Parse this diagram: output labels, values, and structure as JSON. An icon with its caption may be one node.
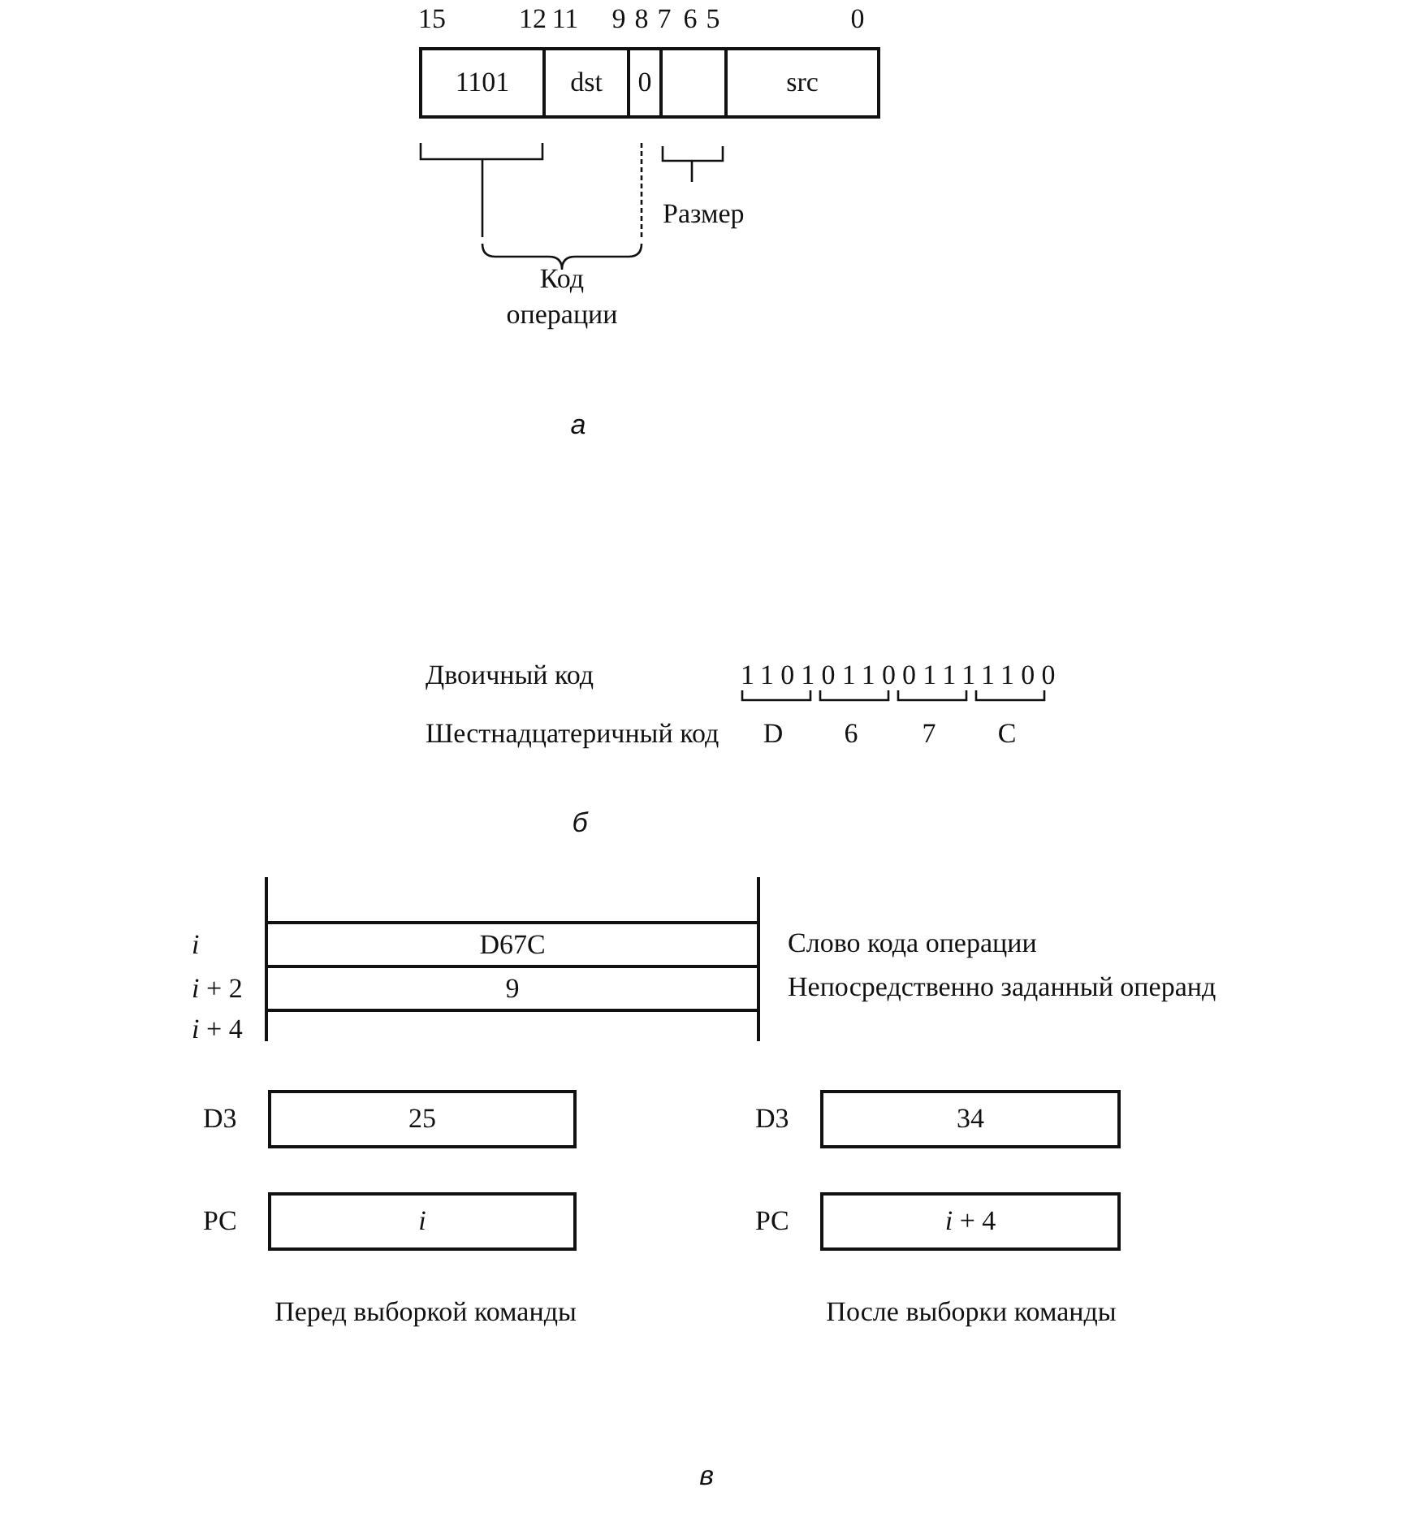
{
  "diagram": {
    "nodes": [
      {
        "text": [
          "1101"
        ]
      },
      {
        "text": [
          "dst"
        ]
      },
      {
        "text": [
          "0"
        ]
      },
      {
        "text": [],
        "shape": "box"
      },
      {
        "text": [
          "src"
        ]
      },
      {
        "text": [
          "D67C"
        ],
        "beside": [
          "Слово кода операции"
        ]
      },
      {
        "text": [
          "9"
        ],
        "beside": [
          "Непосредственно заданный операнд"
        ]
      },
      {
        "text": [],
        "shape": "box"
      },
      {
        "text": [
          "25"
        ],
        "beside": [
          "D3"
        ]
      },
      {
        "text": [
          "34"
        ],
        "beside": [
          "D3"
        ]
      },
      {
        "text": [
          "i"
        ],
        "beside": [
          "PC"
        ]
      },
      {
        "text": [
          "*i* + 4"
        ],
        "beside": [
          "PC"
        ]
      }
    ],
    "labels": [
      "15",
      "12",
      "11",
      "9",
      "8",
      "7",
      "6",
      "5",
      "0",
      "Размер",
      "Код операции",
      "а",
      "Двоичный код",
      "1101011001111100",
      "Шестнадцатеричный код",
      "D",
      "6",
      "7",
      "C",
      "б",
      "i",
      "*i* + 2",
      "*i* + 4",
      "Перед выборкой команды",
      "После выборки команды",
      "в"
    ]
  }
}
